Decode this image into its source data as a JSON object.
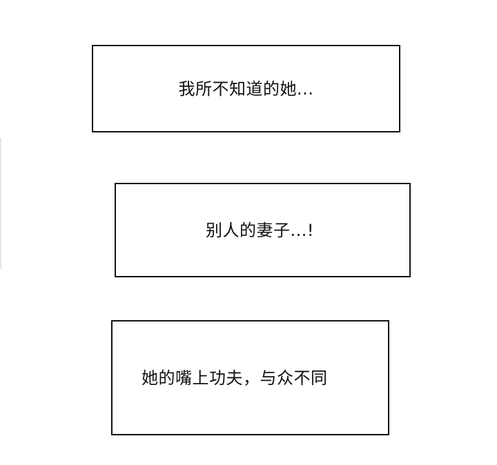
{
  "captions": [
    {
      "text": "我所不知道的她..."
    },
    {
      "text": "别人的妻子...!"
    },
    {
      "text": "她的嘴上功夫，与众不同"
    }
  ],
  "colors": {
    "background": "#ffffff",
    "border": "#111111",
    "text": "#111111"
  }
}
